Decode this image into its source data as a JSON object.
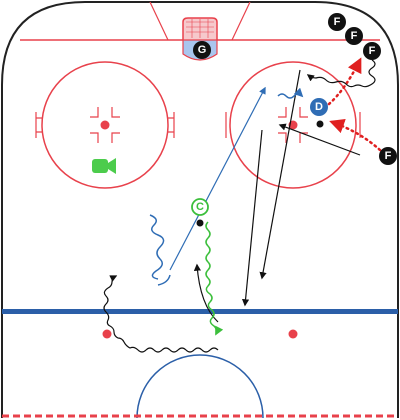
{
  "diagram": {
    "colors": {
      "rink_line": "#e8414b",
      "blue_line": "#2b5fa8",
      "goal_crease": "#a9c6ee",
      "skater_path": "#111111",
      "pass_path": "#e02020",
      "defense_path": "#2f6db5",
      "coach_path": "#3cbf3c",
      "camera": "#4ccc4c"
    },
    "icons": [
      "goalie-icon",
      "forward-icon",
      "defense-icon",
      "coach-icon",
      "video-camera-icon",
      "puck-icon"
    ],
    "players": {
      "goalie": "G",
      "forward_1": "F",
      "forward_2": "F",
      "forward_3": "F",
      "forward_4": "F",
      "defense": "D",
      "coach": "C"
    }
  }
}
